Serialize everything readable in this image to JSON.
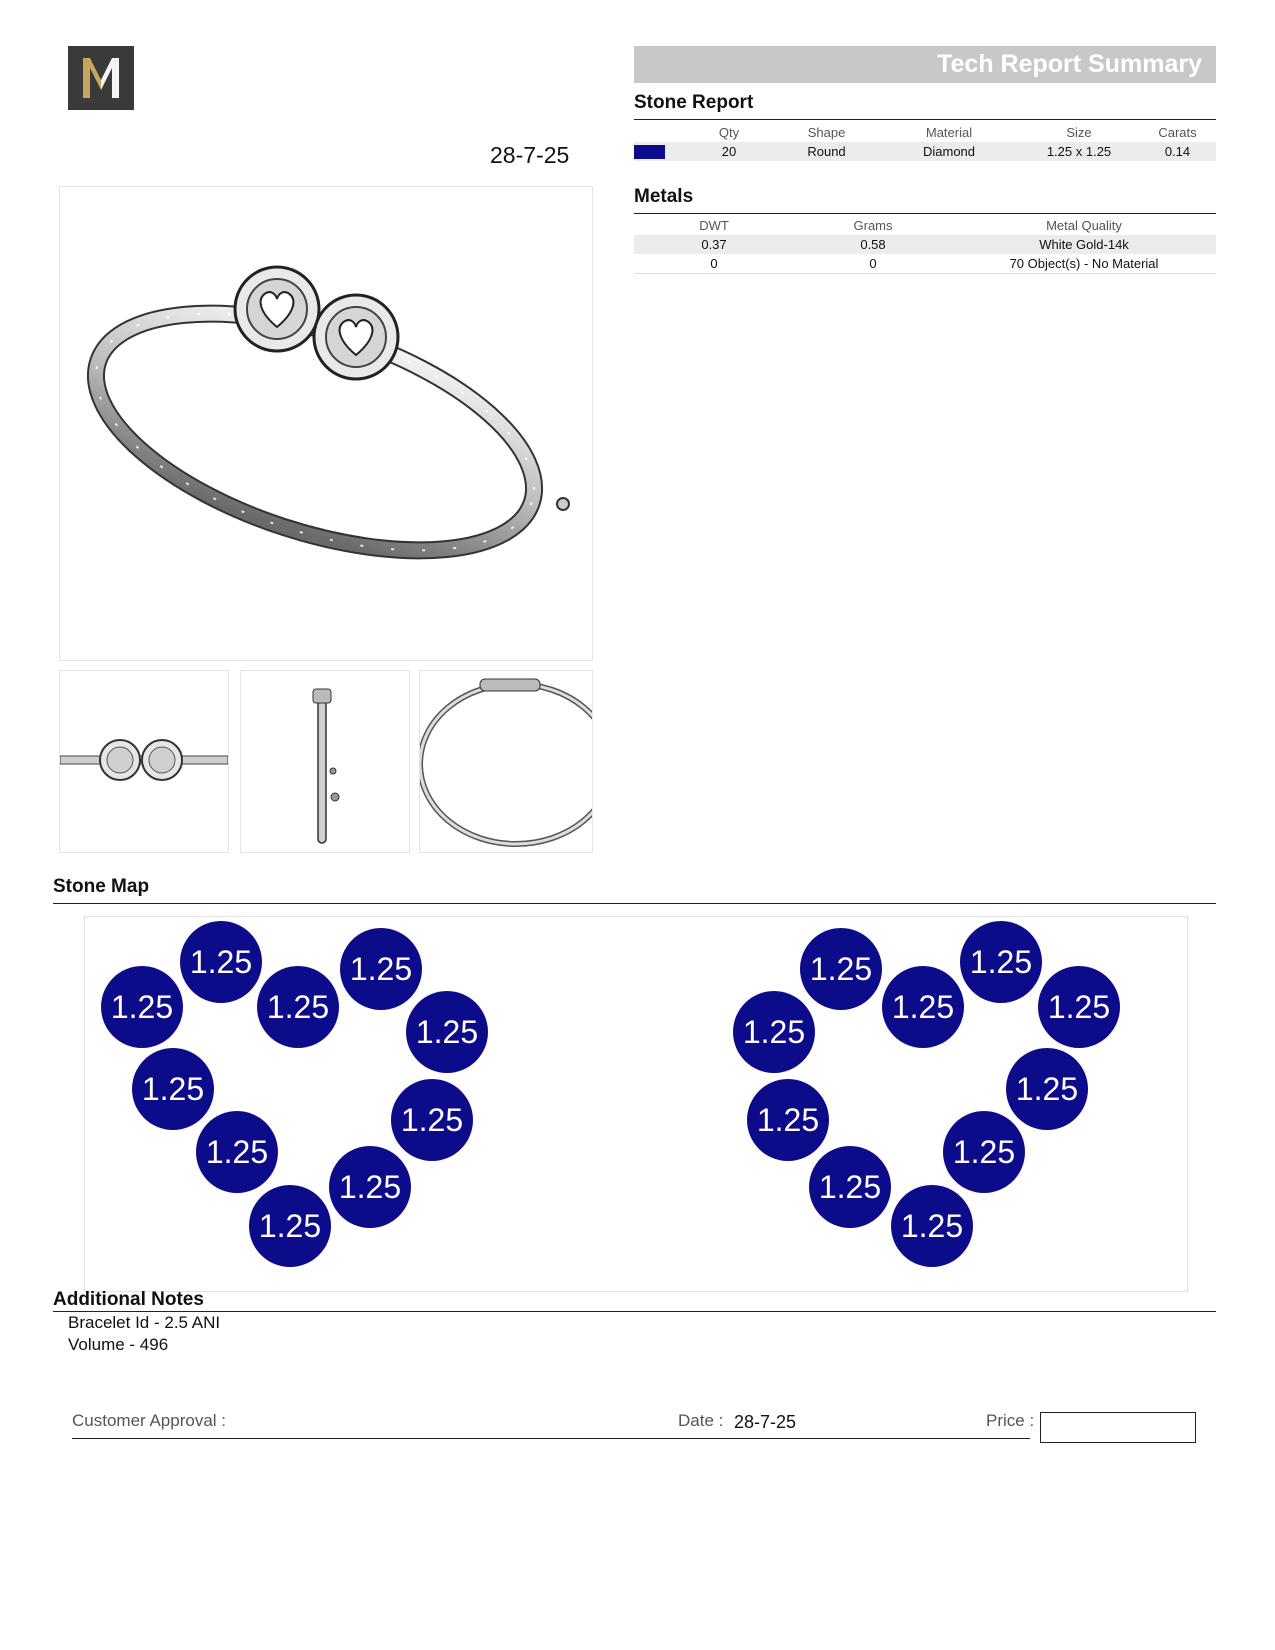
{
  "logo": {
    "letter": "M",
    "colors": {
      "bg": "#3a3a3a",
      "gold": "#c9a55c",
      "white": "#f4f4f4"
    }
  },
  "doc_date": "28-7-25",
  "banner": {
    "title": "Tech Report Summary"
  },
  "stone_report": {
    "title": "Stone Report",
    "columns": [
      "Qty",
      "Shape",
      "Material",
      "Size",
      "Carats"
    ],
    "rows": [
      {
        "color": "#0c0c8a",
        "qty": "20",
        "shape": "Round",
        "material": "Diamond",
        "size": "1.25 x 1.25",
        "carats": "0.14"
      }
    ]
  },
  "metals": {
    "title": "Metals",
    "columns": [
      "DWT",
      "Grams",
      "Metal Quality"
    ],
    "rows": [
      {
        "dwt": "0.37",
        "grams": "0.58",
        "quality": "White Gold-14k"
      },
      {
        "dwt": "0",
        "grams": "0",
        "quality": "70 Object(s) - No Material"
      }
    ]
  },
  "stone_map": {
    "title": "Stone Map",
    "stone_color": "#0c0c8a",
    "stones": [
      {
        "label": "1.25"
      },
      {
        "label": "1.25"
      },
      {
        "label": "1.25"
      },
      {
        "label": "1.25"
      },
      {
        "label": "1.25"
      },
      {
        "label": "1.25"
      },
      {
        "label": "1.25"
      },
      {
        "label": "1.25"
      },
      {
        "label": "1.25"
      },
      {
        "label": "1.25"
      },
      {
        "label": "1.25"
      },
      {
        "label": "1.25"
      },
      {
        "label": "1.25"
      },
      {
        "label": "1.25"
      },
      {
        "label": "1.25"
      },
      {
        "label": "1.25"
      },
      {
        "label": "1.25"
      },
      {
        "label": "1.25"
      },
      {
        "label": "1.25"
      },
      {
        "label": "1.25"
      }
    ]
  },
  "notes": {
    "title": "Additional Notes",
    "lines": [
      "Bracelet Id - 2.5 ANI",
      "Volume - 496"
    ]
  },
  "approval": {
    "customer_label": "Customer Approval :",
    "date_label": "Date :",
    "date_value": "28-7-25",
    "price_label": "Price :",
    "price_value": ""
  }
}
